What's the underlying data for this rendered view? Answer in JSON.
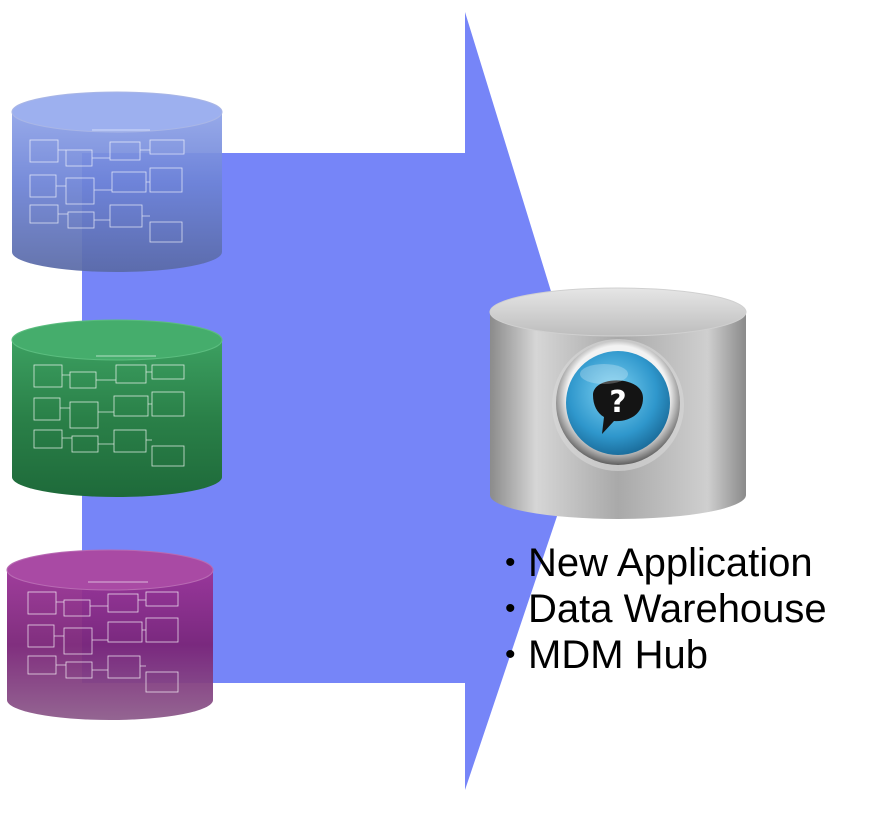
{
  "diagram": {
    "arrow_color": "#7685f8",
    "source_databases": [
      {
        "name": "source-db-blue",
        "color": "#6a7fc7"
      },
      {
        "name": "source-db-green",
        "color": "#2a7f4a"
      },
      {
        "name": "source-db-purple",
        "color": "#7a2478"
      }
    ],
    "target_database": {
      "color": "#a3a3a3",
      "icon": "question-speech-bubble-icon",
      "icon_color": "#3a9fd0"
    },
    "target_uses": [
      "New Application",
      "Data Warehouse",
      "MDM Hub"
    ],
    "bullet_symbol": "•"
  }
}
